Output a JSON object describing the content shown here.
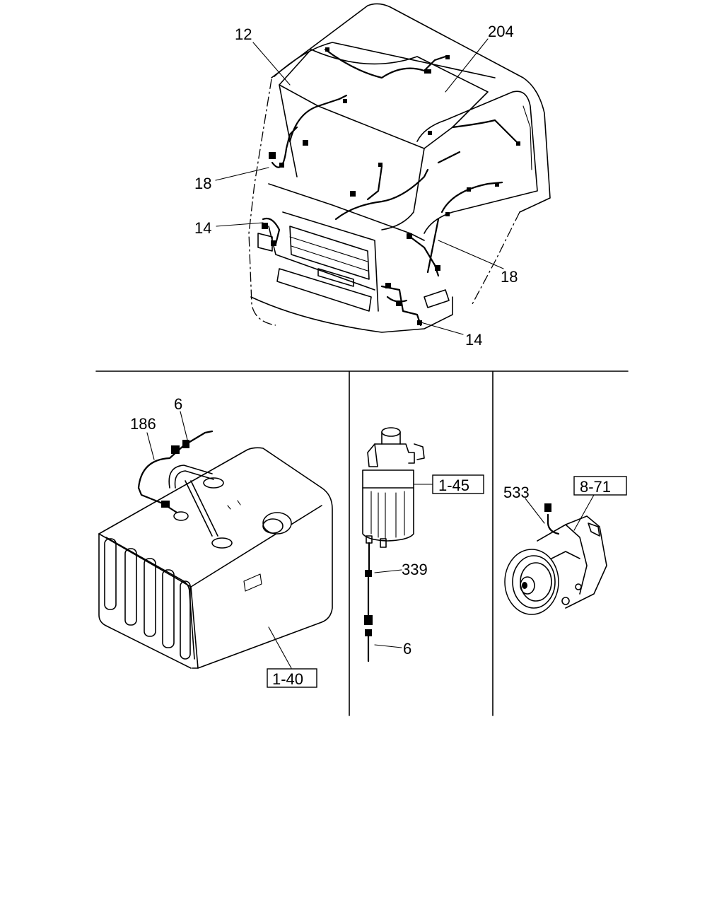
{
  "labels": {
    "cab_12": "12",
    "cab_204": "204",
    "cab_18_left": "18",
    "cab_14_left": "14",
    "cab_18_right": "18",
    "cab_14_right": "14",
    "tank_6": "6",
    "tank_186": "186",
    "tank_ref": "1-40",
    "filter_ref": "1-45",
    "filter_339": "339",
    "filter_6": "6",
    "comp_533": "533",
    "comp_ref": "8-71"
  }
}
